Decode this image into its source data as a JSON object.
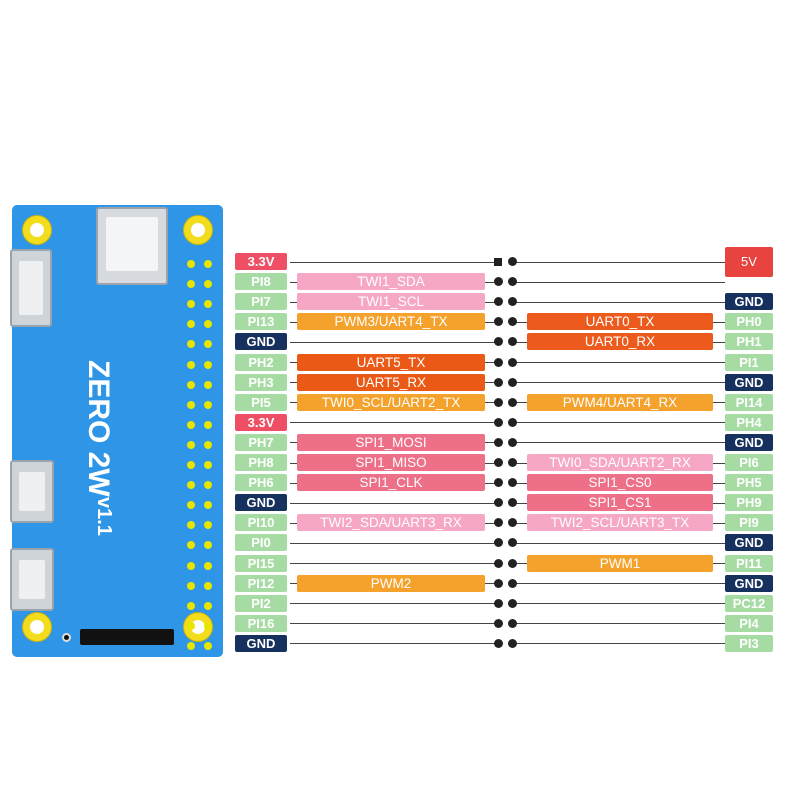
{
  "board": {
    "name": "ZERO 2W",
    "version": "v1.1",
    "colors": {
      "pcb": "#2f95e6",
      "header_pad": "#e6e600",
      "mount_hole": "#f3dc1c"
    }
  },
  "legend_colors": {
    "power_3v3": "#ee4f64",
    "power_5v": "#e8433f",
    "ground": "#17315e",
    "gpio": "#a6dca3",
    "twi_sda_scl": "#f7a7c6",
    "uart_orange": "#f07b1d",
    "uart_deep": "#ea5a16",
    "pwm_amber": "#f4a22c",
    "spi_pink": "#ee6f88",
    "uart0_orange_red": "#ec5b1d"
  },
  "rows": [
    {
      "left_pin": "3.3V",
      "left_pin_color": "#ee4f64",
      "left_func": "",
      "left_func_color": "",
      "right_func": "",
      "right_func_color": "",
      "right_pin": "5V",
      "right_pin_color": "#e8433f"
    },
    {
      "left_pin": "PI8",
      "left_pin_color": "#a6dca3",
      "left_func": "TWI1_SDA",
      "left_func_color": "#f7a7c6",
      "right_func": "",
      "right_func_color": "",
      "right_pin": "",
      "right_pin_color": ""
    },
    {
      "left_pin": "PI7",
      "left_pin_color": "#a6dca3",
      "left_func": "TWI1_SCL",
      "left_func_color": "#f7a7c6",
      "right_func": "",
      "right_func_color": "",
      "right_pin": "GND",
      "right_pin_color": "#17315e"
    },
    {
      "left_pin": "PI13",
      "left_pin_color": "#a6dca3",
      "left_func": "PWM3/UART4_TX",
      "left_func_color": "#f4a22c",
      "right_func": "UART0_TX",
      "right_func_color": "#ec5b1d",
      "right_pin": "PH0",
      "right_pin_color": "#a6dca3"
    },
    {
      "left_pin": "GND",
      "left_pin_color": "#17315e",
      "left_func": "",
      "left_func_color": "",
      "right_func": "UART0_RX",
      "right_func_color": "#ec5b1d",
      "right_pin": "PH1",
      "right_pin_color": "#a6dca3"
    },
    {
      "left_pin": "PH2",
      "left_pin_color": "#a6dca3",
      "left_func": "UART5_TX",
      "left_func_color": "#ea5a16",
      "right_func": "",
      "right_func_color": "",
      "right_pin": "PI1",
      "right_pin_color": "#a6dca3"
    },
    {
      "left_pin": "PH3",
      "left_pin_color": "#a6dca3",
      "left_func": "UART5_RX",
      "left_func_color": "#ea5a16",
      "right_func": "",
      "right_func_color": "",
      "right_pin": "GND",
      "right_pin_color": "#17315e"
    },
    {
      "left_pin": "PI5",
      "left_pin_color": "#a6dca3",
      "left_func": "TWI0_SCL/UART2_TX",
      "left_func_color": "#f4a22c",
      "right_func": "PWM4/UART4_RX",
      "right_func_color": "#f4a22c",
      "right_pin": "PI14",
      "right_pin_color": "#a6dca3"
    },
    {
      "left_pin": "3.3V",
      "left_pin_color": "#ee4f64",
      "left_func": "",
      "left_func_color": "",
      "right_func": "",
      "right_func_color": "",
      "right_pin": "PH4",
      "right_pin_color": "#a6dca3"
    },
    {
      "left_pin": "PH7",
      "left_pin_color": "#a6dca3",
      "left_func": "SPI1_MOSI",
      "left_func_color": "#ee6f88",
      "right_func": "",
      "right_func_color": "",
      "right_pin": "GND",
      "right_pin_color": "#17315e"
    },
    {
      "left_pin": "PH8",
      "left_pin_color": "#a6dca3",
      "left_func": "SPI1_MISO",
      "left_func_color": "#ee6f88",
      "right_func": "TWI0_SDA/UART2_RX",
      "right_func_color": "#f7a7c6",
      "right_pin": "PI6",
      "right_pin_color": "#a6dca3"
    },
    {
      "left_pin": "PH6",
      "left_pin_color": "#a6dca3",
      "left_func": "SPI1_CLK",
      "left_func_color": "#ee6f88",
      "right_func": "SPI1_CS0",
      "right_func_color": "#ee6f88",
      "right_pin": "PH5",
      "right_pin_color": "#a6dca3"
    },
    {
      "left_pin": "GND",
      "left_pin_color": "#17315e",
      "left_func": "",
      "left_func_color": "",
      "right_func": "SPI1_CS1",
      "right_func_color": "#ee6f88",
      "right_pin": "PH9",
      "right_pin_color": "#a6dca3"
    },
    {
      "left_pin": "PI10",
      "left_pin_color": "#a6dca3",
      "left_func": "TWI2_SDA/UART3_RX",
      "left_func_color": "#f7a7c6",
      "right_func": "TWI2_SCL/UART3_TX",
      "right_func_color": "#f7a7c6",
      "right_pin": "PI9",
      "right_pin_color": "#a6dca3"
    },
    {
      "left_pin": "PI0",
      "left_pin_color": "#a6dca3",
      "left_func": "",
      "left_func_color": "",
      "right_func": "",
      "right_func_color": "",
      "right_pin": "GND",
      "right_pin_color": "#17315e"
    },
    {
      "left_pin": "PI15",
      "left_pin_color": "#a6dca3",
      "left_func": "",
      "left_func_color": "",
      "right_func": "PWM1",
      "right_func_color": "#f4a22c",
      "right_pin": "PI11",
      "right_pin_color": "#a6dca3"
    },
    {
      "left_pin": "PI12",
      "left_pin_color": "#a6dca3",
      "left_func": "PWM2",
      "left_func_color": "#f4a22c",
      "right_func": "",
      "right_func_color": "",
      "right_pin": "GND",
      "right_pin_color": "#17315e"
    },
    {
      "left_pin": "PI2",
      "left_pin_color": "#a6dca3",
      "left_func": "",
      "left_func_color": "",
      "right_func": "",
      "right_func_color": "",
      "right_pin": "PC12",
      "right_pin_color": "#a6dca3"
    },
    {
      "left_pin": "PI16",
      "left_pin_color": "#a6dca3",
      "left_func": "",
      "left_func_color": "",
      "right_func": "",
      "right_func_color": "",
      "right_pin": "PI4",
      "right_pin_color": "#a6dca3"
    },
    {
      "left_pin": "GND",
      "left_pin_color": "#17315e",
      "left_func": "",
      "left_func_color": "",
      "right_func": "",
      "right_func_color": "",
      "right_pin": "PI3",
      "right_pin_color": "#a6dca3"
    }
  ]
}
